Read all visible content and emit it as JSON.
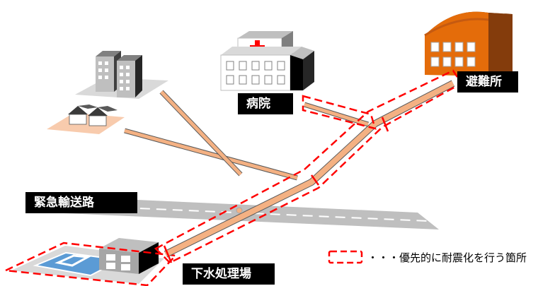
{
  "labels": {
    "hospital": "病院",
    "shelter": "避難所",
    "emergency_road": "緊急輸送路",
    "sewage_plant": "下水処理場"
  },
  "legend": {
    "text": "・・・優先的に耐震化を行う箇所"
  },
  "colors": {
    "pipe": "#f4b183",
    "priority_outline": "#ff0000",
    "road": "#bfbfbf",
    "label_bg": "#000000",
    "shelter_roof": "#e46c0a"
  }
}
